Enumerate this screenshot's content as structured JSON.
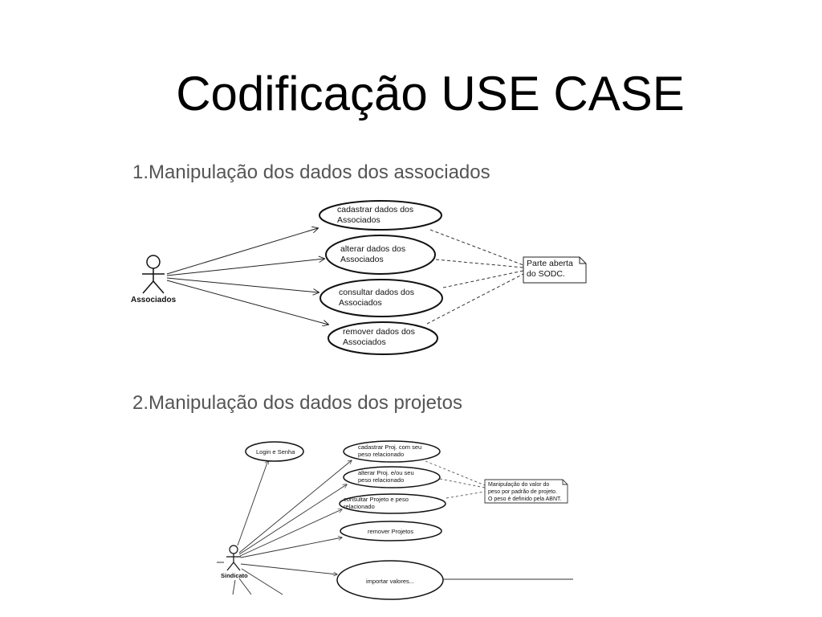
{
  "slide": {
    "title": "Codificação USE CASE"
  },
  "diagram1": {
    "heading": "1.Manipulação dos dados dos associados",
    "actor": "Associados",
    "use_cases": [
      [
        "cadastrar dados dos",
        "Associados"
      ],
      [
        "alterar dados dos",
        "Associados"
      ],
      [
        "consultar dados dos",
        "Associados"
      ],
      [
        "remover dados dos",
        "Associados"
      ]
    ],
    "note": [
      "Parte aberta",
      "do SODC."
    ]
  },
  "diagram2": {
    "heading": "2.Manipulação dos dados dos projetos",
    "actor": "Sindicato",
    "use_cases": [
      [
        "Login e Senha"
      ],
      [
        "cadastrar Proj. com seu",
        "peso relacionado"
      ],
      [
        "alterar Proj. e/ou seu",
        "peso relacionado"
      ],
      [
        "consultar Projeto e peso",
        "relacionado"
      ],
      [
        "remover Projetos"
      ],
      [
        "importar valores..."
      ]
    ],
    "note": [
      "Manipulação do valor do",
      "peso por padrão de projeto.",
      "O peso é definido pela ABNT."
    ]
  },
  "colors": {
    "title": "#000000",
    "heading": "#555555",
    "lines": "#222222"
  }
}
